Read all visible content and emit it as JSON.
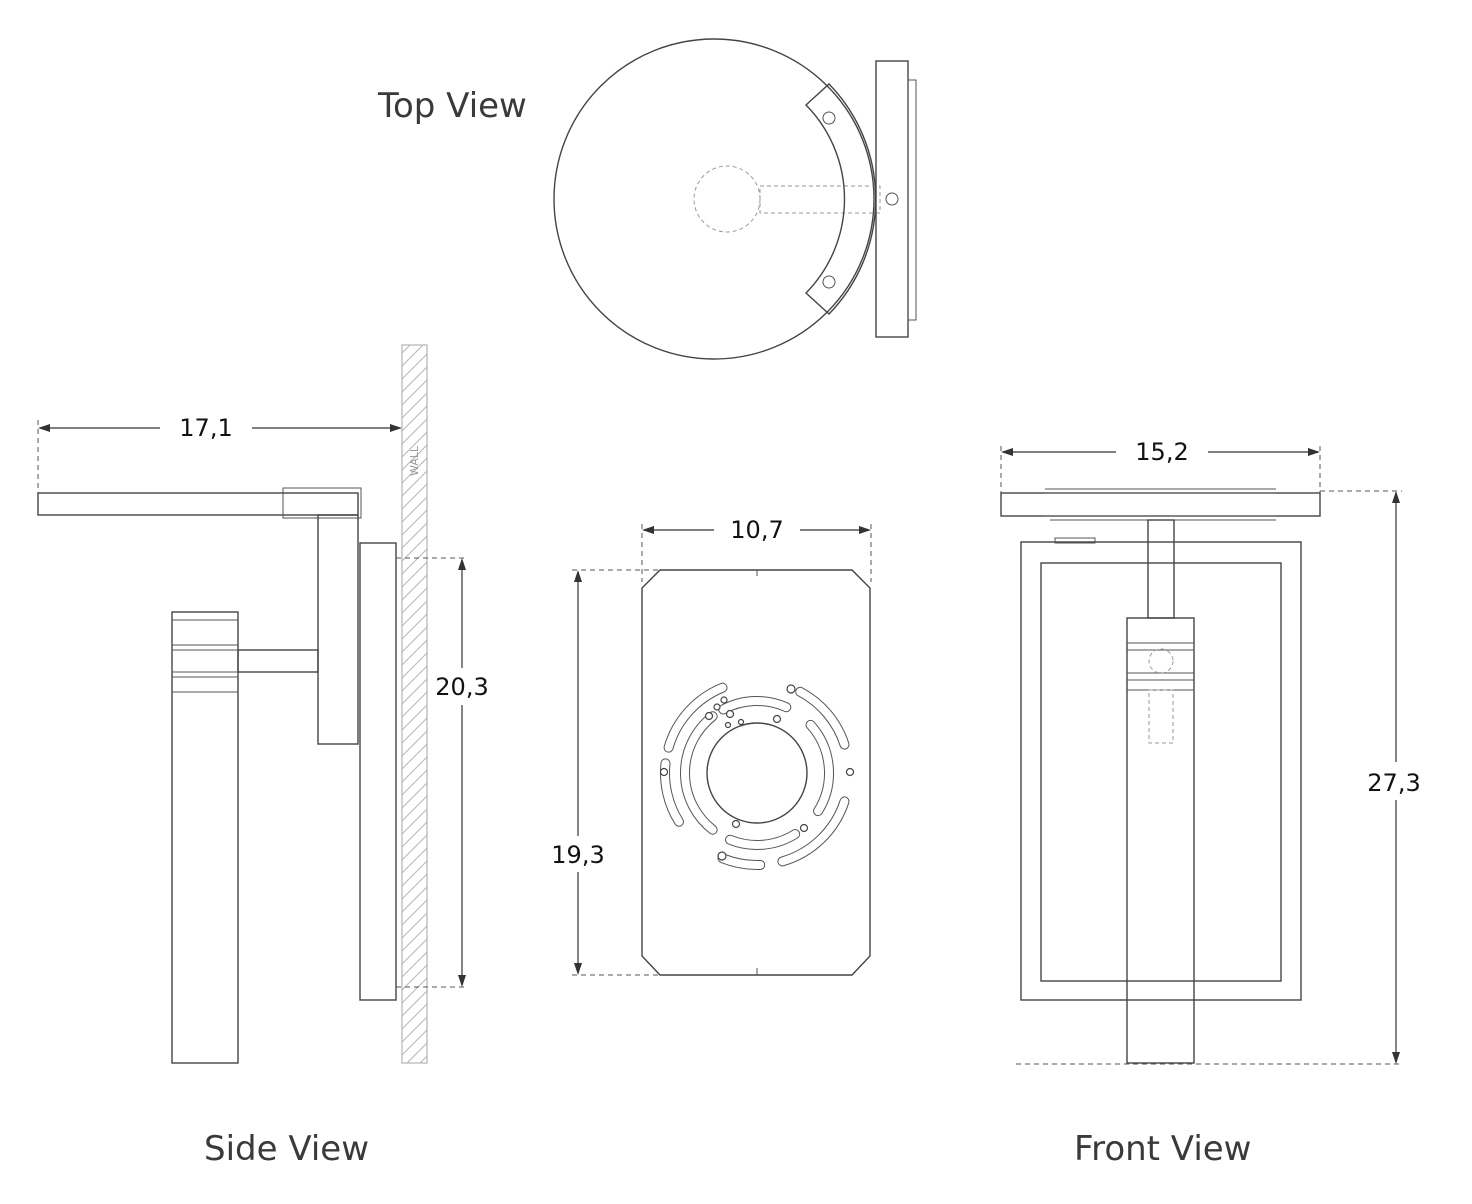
{
  "views": {
    "top": {
      "title": "Top View"
    },
    "side": {
      "title": "Side View",
      "wall_label": "WALL"
    },
    "front": {
      "title": "Front View"
    }
  },
  "dimensions": {
    "side_projection": "17,1",
    "side_backplate_height": "20,3",
    "plate_width": "10,7",
    "plate_height": "19,3",
    "front_width": "15,2",
    "front_height": "27,3"
  }
}
